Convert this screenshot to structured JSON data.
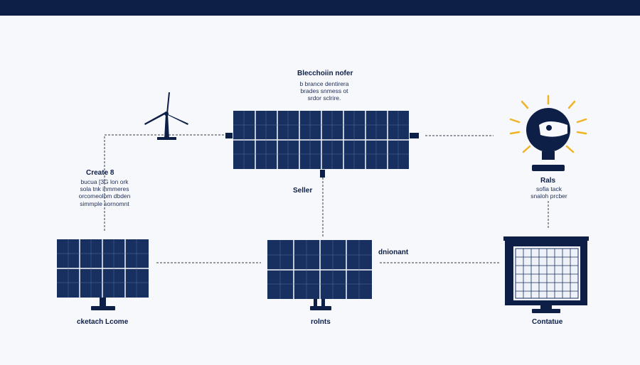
{
  "colors": {
    "navy": "#0e1f47",
    "panel": "#17305f",
    "grid": "#5f7fb6",
    "sun": "#f0b323",
    "line": "#333a4a",
    "background": "#f7f8fb"
  },
  "top_center": {
    "title": "Blecchoiin nofer",
    "desc_lines": [
      "b brance dentirera",
      "brades snmess ot",
      "srdor sclrire."
    ]
  },
  "left_note": {
    "title": "Create 8",
    "desc_lines": [
      "bucua [3G lon ork",
      "sola tnk inmmeres",
      "orcomeolom dbden",
      "simmple sornomnt"
    ]
  },
  "center_label": "Seller",
  "right_note": {
    "title": "Rals",
    "desc_lines": [
      "sofia tack",
      "snaloh prcber"
    ]
  },
  "middle_right_label": "dnionant",
  "bottom_labels": {
    "left": "cketach Lcome",
    "center": "rolnts",
    "right": "Contatue"
  },
  "icons": {
    "wind": "wind-turbine-icon",
    "sun": "sun-bulb-icon"
  }
}
